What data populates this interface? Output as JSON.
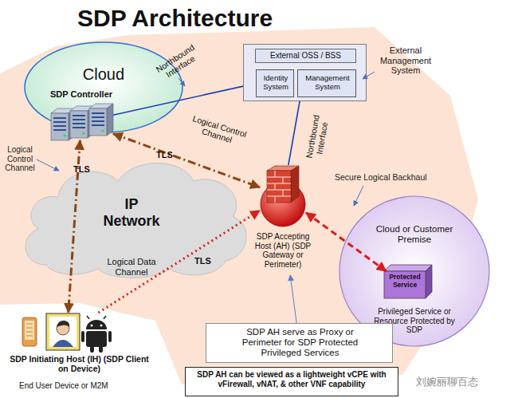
{
  "diagram": {
    "title": "SDP Architecture",
    "nodes": [
      {
        "text": [
          "Cloud"
        ]
      },
      {
        "text": [
          "SDP Controller"
        ],
        "in": 0
      },
      {
        "text": [
          "External OSS / BSS"
        ]
      },
      {
        "text": [
          "Identity System"
        ],
        "in": 2
      },
      {
        "text": [
          "Management System"
        ],
        "in": 2
      },
      {
        "text": [
          "IP Network",
          "Logical Data Channel"
        ]
      },
      {
        "text": [
          "SDP Accepting Host (AH) (SDP Gateway or Perimeter)"
        ]
      },
      {
        "text": [
          "Cloud or Customer Premise",
          "Privileged Service or Resource Protected by SDP"
        ]
      },
      {
        "text": [
          "Protected Service"
        ],
        "in": 7
      },
      {
        "text": [
          "SDP Initiating Host (IH) (SDP Client on Device)",
          "End User Device or M2M"
        ]
      },
      {
        "text": [
          "SDP AH serve as Proxy or Perimeter for SDP Protected Privileged Services"
        ]
      },
      {
        "text": [
          "SDP AH can be viewed as a lightweight vCPE with vFirewall, vNAT, & other VNF capability"
        ]
      }
    ],
    "edges": [
      {
        "from": 1,
        "to": 2,
        "arrow": "none",
        "label": "Northbound Interface"
      },
      {
        "from": 6,
        "to": 2,
        "arrow": "none",
        "label": "Northbound Interface"
      },
      {
        "from": 1,
        "to": 6,
        "arrow": "both",
        "label": "Logical Control Channel"
      },
      {
        "from": 1,
        "to": 9,
        "arrow": "both",
        "label": "TLS"
      },
      {
        "from": 9,
        "to": 6,
        "arrow": "to",
        "label": "TLS"
      },
      {
        "from": 6,
        "to": 8,
        "arrow": "both"
      },
      {
        "from": 10,
        "to": 6,
        "arrow": "to"
      }
    ],
    "labels": [
      "External Management System",
      "Logical Control Channel",
      "TLS",
      "Secure Logical Backhaul",
      "刘婉丽聊百态"
    ]
  }
}
